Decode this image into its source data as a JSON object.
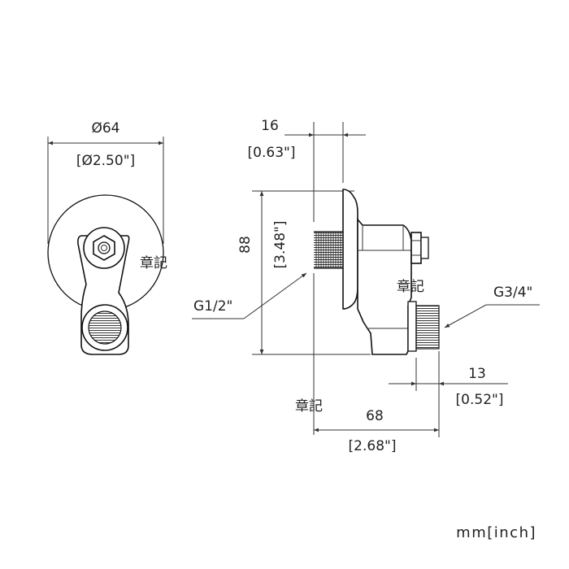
{
  "labels": {
    "front_diameter_mm": "Ø64",
    "front_diameter_in": "[Ø2.50\"]",
    "flange_depth_mm": "16",
    "flange_depth_in": "[0.63\"]",
    "height_mm": "88",
    "height_in": "[3.48\"]",
    "thread_inlet": "G1/2\"",
    "thread_outlet": "G3/4\"",
    "outlet_length_mm": "13",
    "outlet_length_in": "[0.52\"]",
    "total_depth_mm": "68",
    "total_depth_in": "[2.68\"]",
    "units": "mm[inch]"
  },
  "watermark": "章記"
}
